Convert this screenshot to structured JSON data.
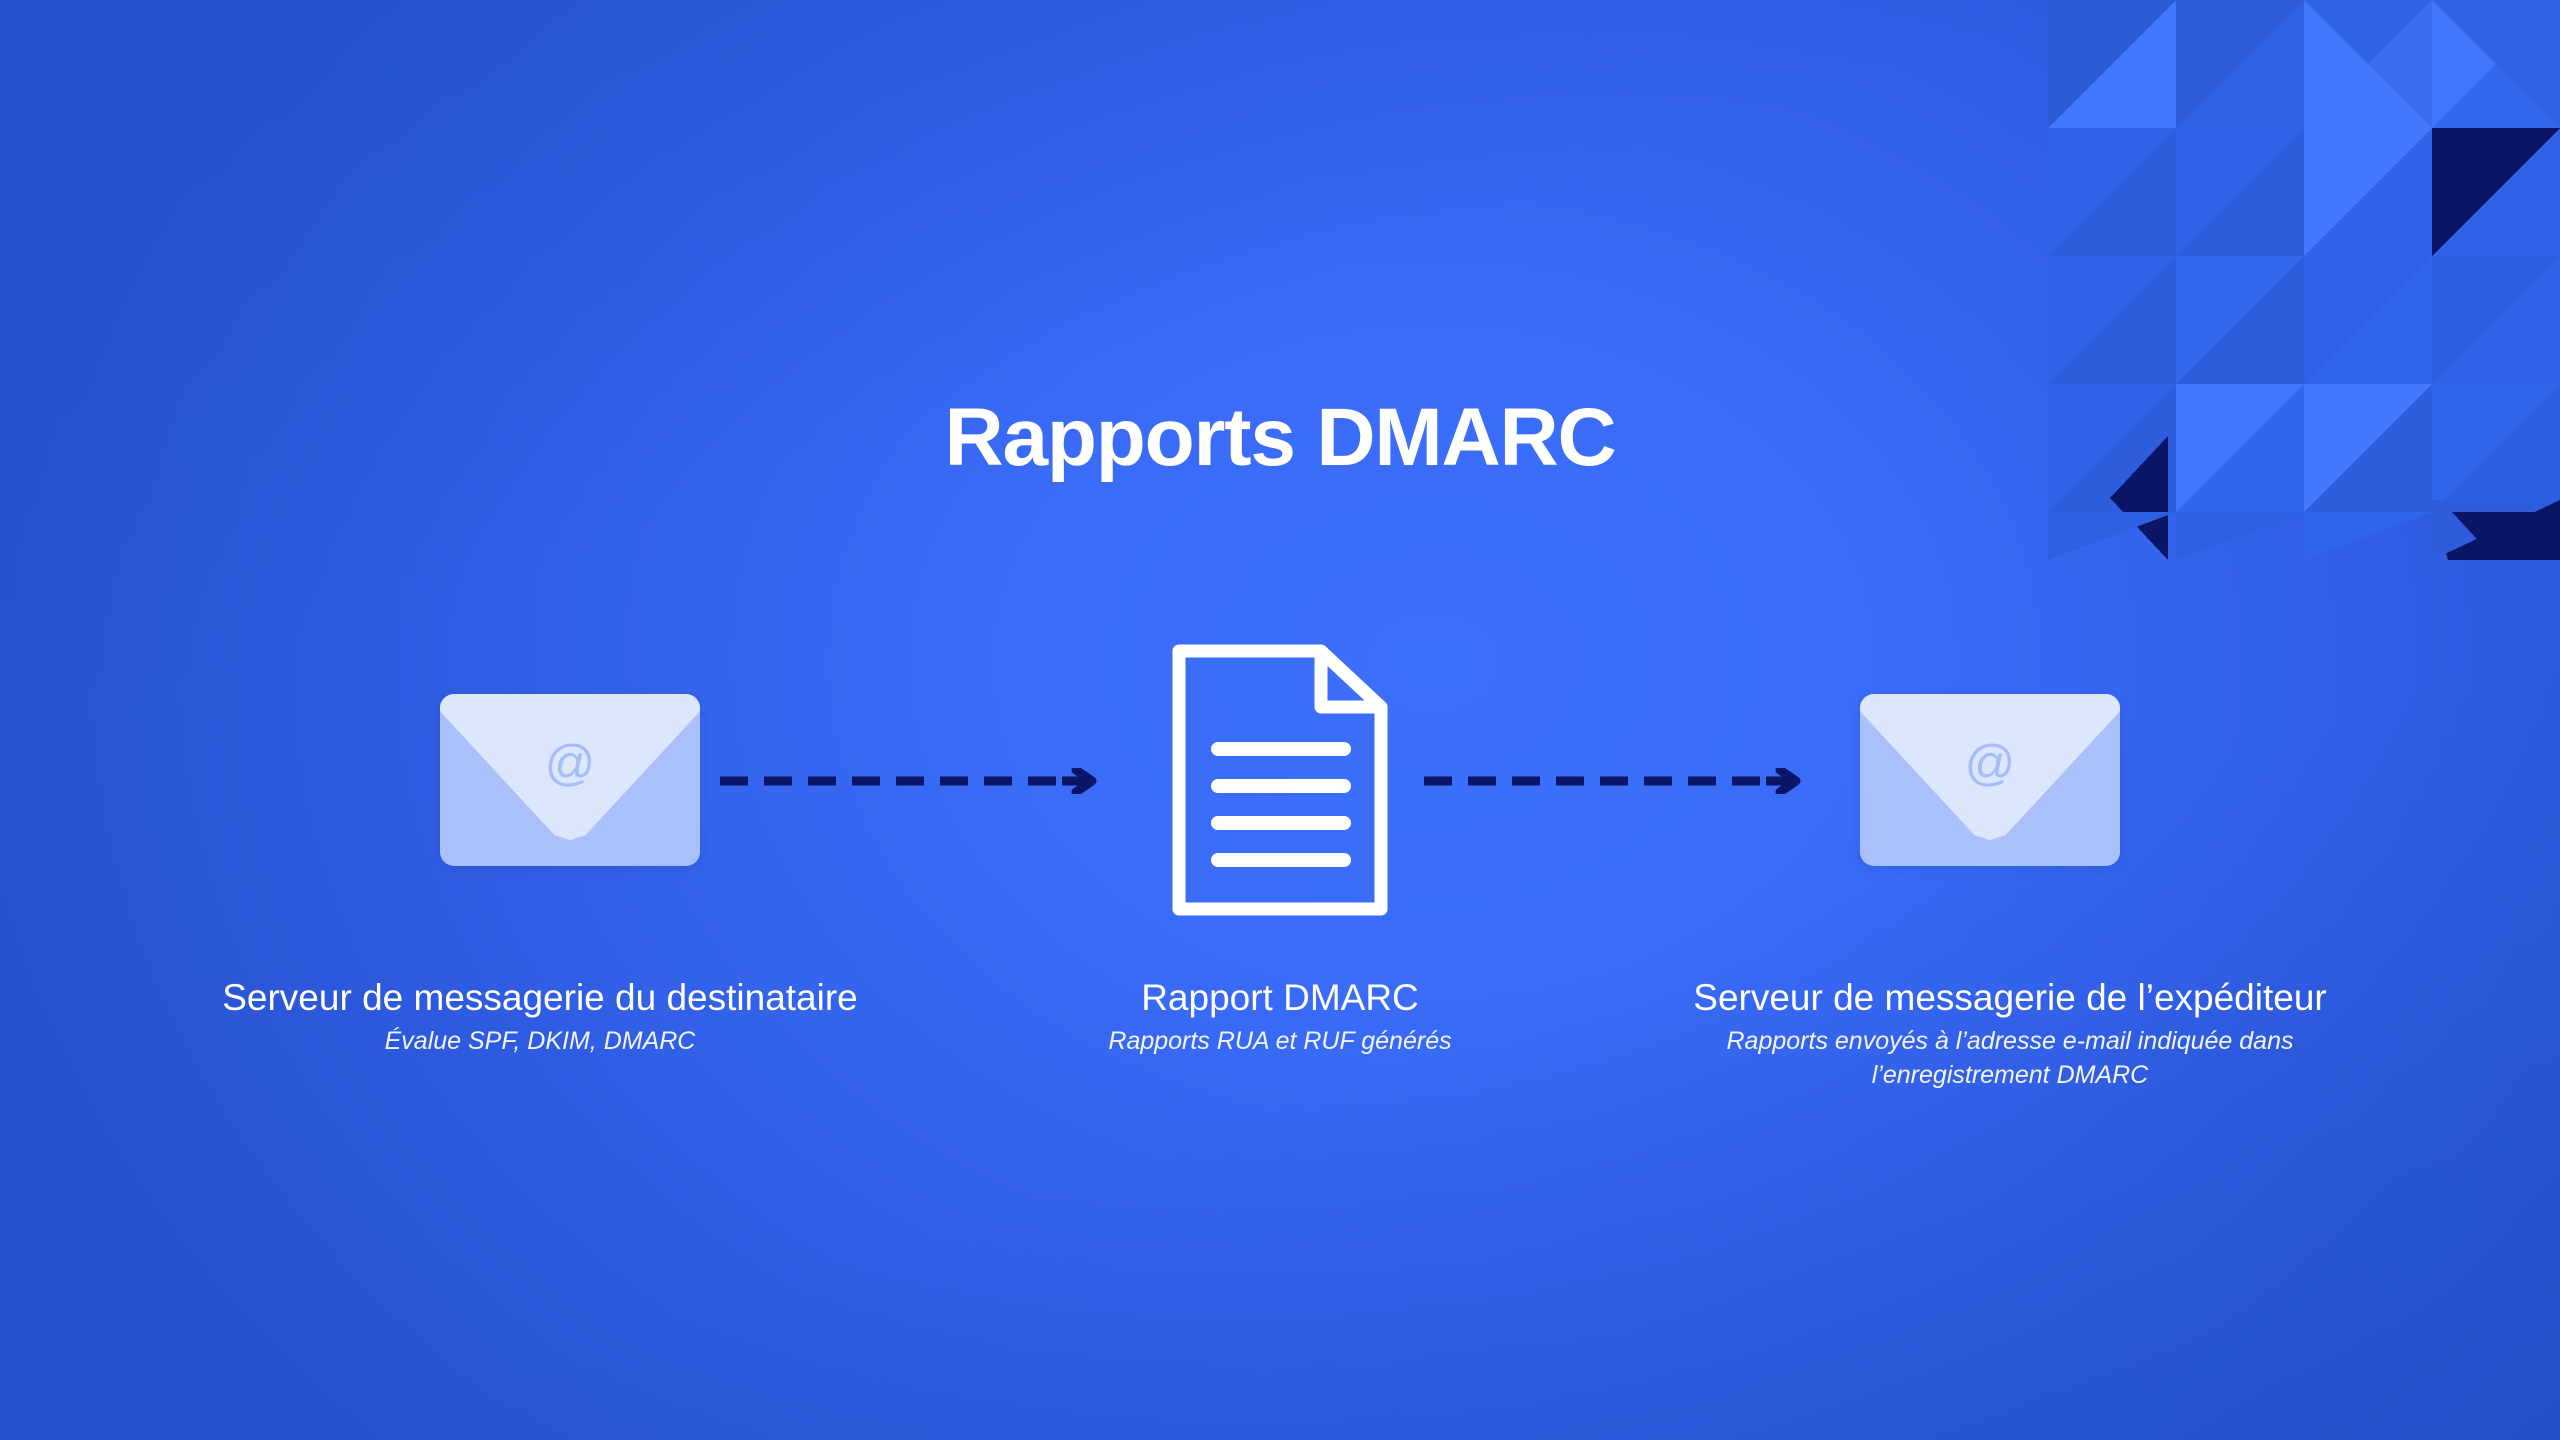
{
  "page": {
    "title": "Rapports DMARC",
    "background_start": "#2b58d4",
    "background_center": "#3c6ffb",
    "background_end": "#2951cf",
    "text_color": "#ffffff",
    "arrow_color": "#0b1566",
    "envelope_body_color": "#a9c0fb",
    "envelope_flap_color": "#dce7fd",
    "envelope_at_color": "#a6bdf8",
    "document_color": "#ffffff",
    "triangle_light": "#3f78fd",
    "triangle_mid": "#3263e8",
    "triangle_dark_blue": "#2b5ad6",
    "triangle_navy": "#0b1566"
  },
  "decoration": {
    "name": "triangle-mosaic",
    "position": "top-right",
    "cell_size": 128
  },
  "flow": {
    "nodes": [
      {
        "id": "recipient-mail-server",
        "icon": "envelope-at-icon",
        "icon_glyph": "@",
        "title": "Serveur de messagerie du destinataire",
        "subtitle": "Évalue SPF, DKIM, DMARC"
      },
      {
        "id": "dmarc-report",
        "icon": "document-report-icon",
        "title": "Rapport DMARC",
        "subtitle": "Rapports RUA et RUF générés"
      },
      {
        "id": "sender-mail-server",
        "icon": "envelope-at-icon",
        "icon_glyph": "@",
        "title": "Serveur de messagerie de l’expéditeur",
        "subtitle": "Rapports envoyés à l’adresse e-mail indiquée dans l’enregistrement DMARC"
      }
    ],
    "connectors": [
      {
        "id": "arrow-recipient-to-report",
        "icon": "dashed-arrow-right-icon",
        "style": "dashed",
        "direction": "right"
      },
      {
        "id": "arrow-report-to-sender",
        "icon": "dashed-arrow-right-icon",
        "style": "dashed",
        "direction": "right"
      }
    ]
  }
}
